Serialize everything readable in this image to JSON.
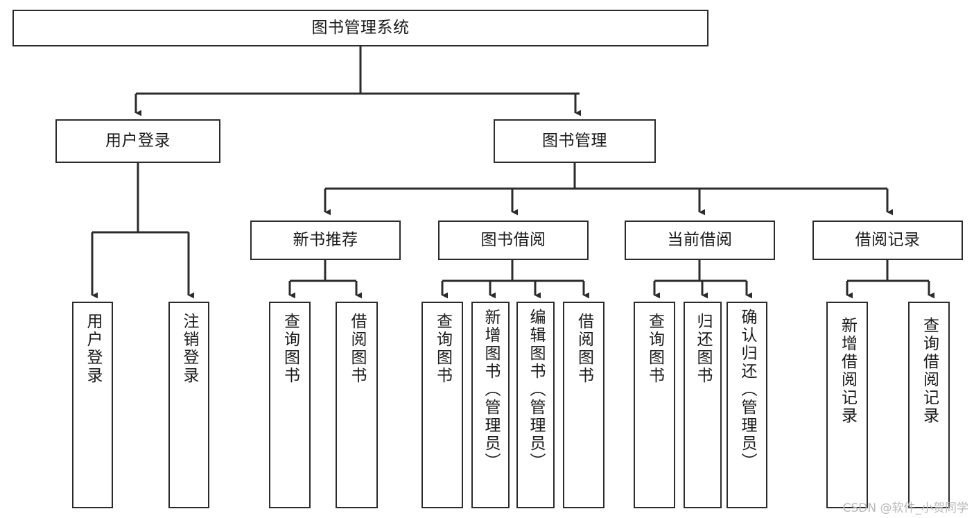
{
  "diagram": {
    "title": "图书管理系统",
    "type": "tree",
    "watermark": "CSDN @软件_小贺同学",
    "colors": {
      "box_border": "#2b2b2b",
      "box_fill": "#ffffff",
      "edge": "#2b2b2b",
      "text": "#1a1a1a",
      "watermark": "#b9b9b9",
      "background": "#ffffff"
    },
    "nodes": {
      "root": {
        "label": "图书管理系统"
      },
      "branches": [
        {
          "id": "user-login",
          "label": "用户登录"
        },
        {
          "id": "book-manage",
          "label": "图书管理"
        }
      ],
      "subbranches": [
        {
          "id": "new-book-rec",
          "label": "新书推荐"
        },
        {
          "id": "book-borrow",
          "label": "图书借阅"
        },
        {
          "id": "current-borrow",
          "label": "当前借阅"
        },
        {
          "id": "borrow-record",
          "label": "借阅记录"
        }
      ],
      "leaves": {
        "user_login": [
          {
            "id": "leaf-user-login",
            "label": "用户登录"
          },
          {
            "id": "leaf-logout",
            "label": "注销登录"
          }
        ],
        "new_book_rec": [
          {
            "id": "leaf-query-book-1",
            "label": "查询图书"
          },
          {
            "id": "leaf-borrow-book-1",
            "label": "借阅图书"
          }
        ],
        "book_borrow": [
          {
            "id": "leaf-query-book-2",
            "label": "查询图书"
          },
          {
            "id": "leaf-add-book",
            "label": "新增图书（管理员）"
          },
          {
            "id": "leaf-edit-book",
            "label": "编辑图书（管理员）"
          },
          {
            "id": "leaf-borrow-book-2",
            "label": "借阅图书"
          }
        ],
        "current_borrow": [
          {
            "id": "leaf-query-book-3",
            "label": "查询图书"
          },
          {
            "id": "leaf-return-book",
            "label": "归还图书"
          },
          {
            "id": "leaf-confirm-return",
            "label": "确认归还（管理员）"
          }
        ],
        "borrow_record": [
          {
            "id": "leaf-add-record",
            "label": "新增借阅记录"
          },
          {
            "id": "leaf-query-record",
            "label": "查询借阅记录"
          }
        ]
      }
    }
  }
}
